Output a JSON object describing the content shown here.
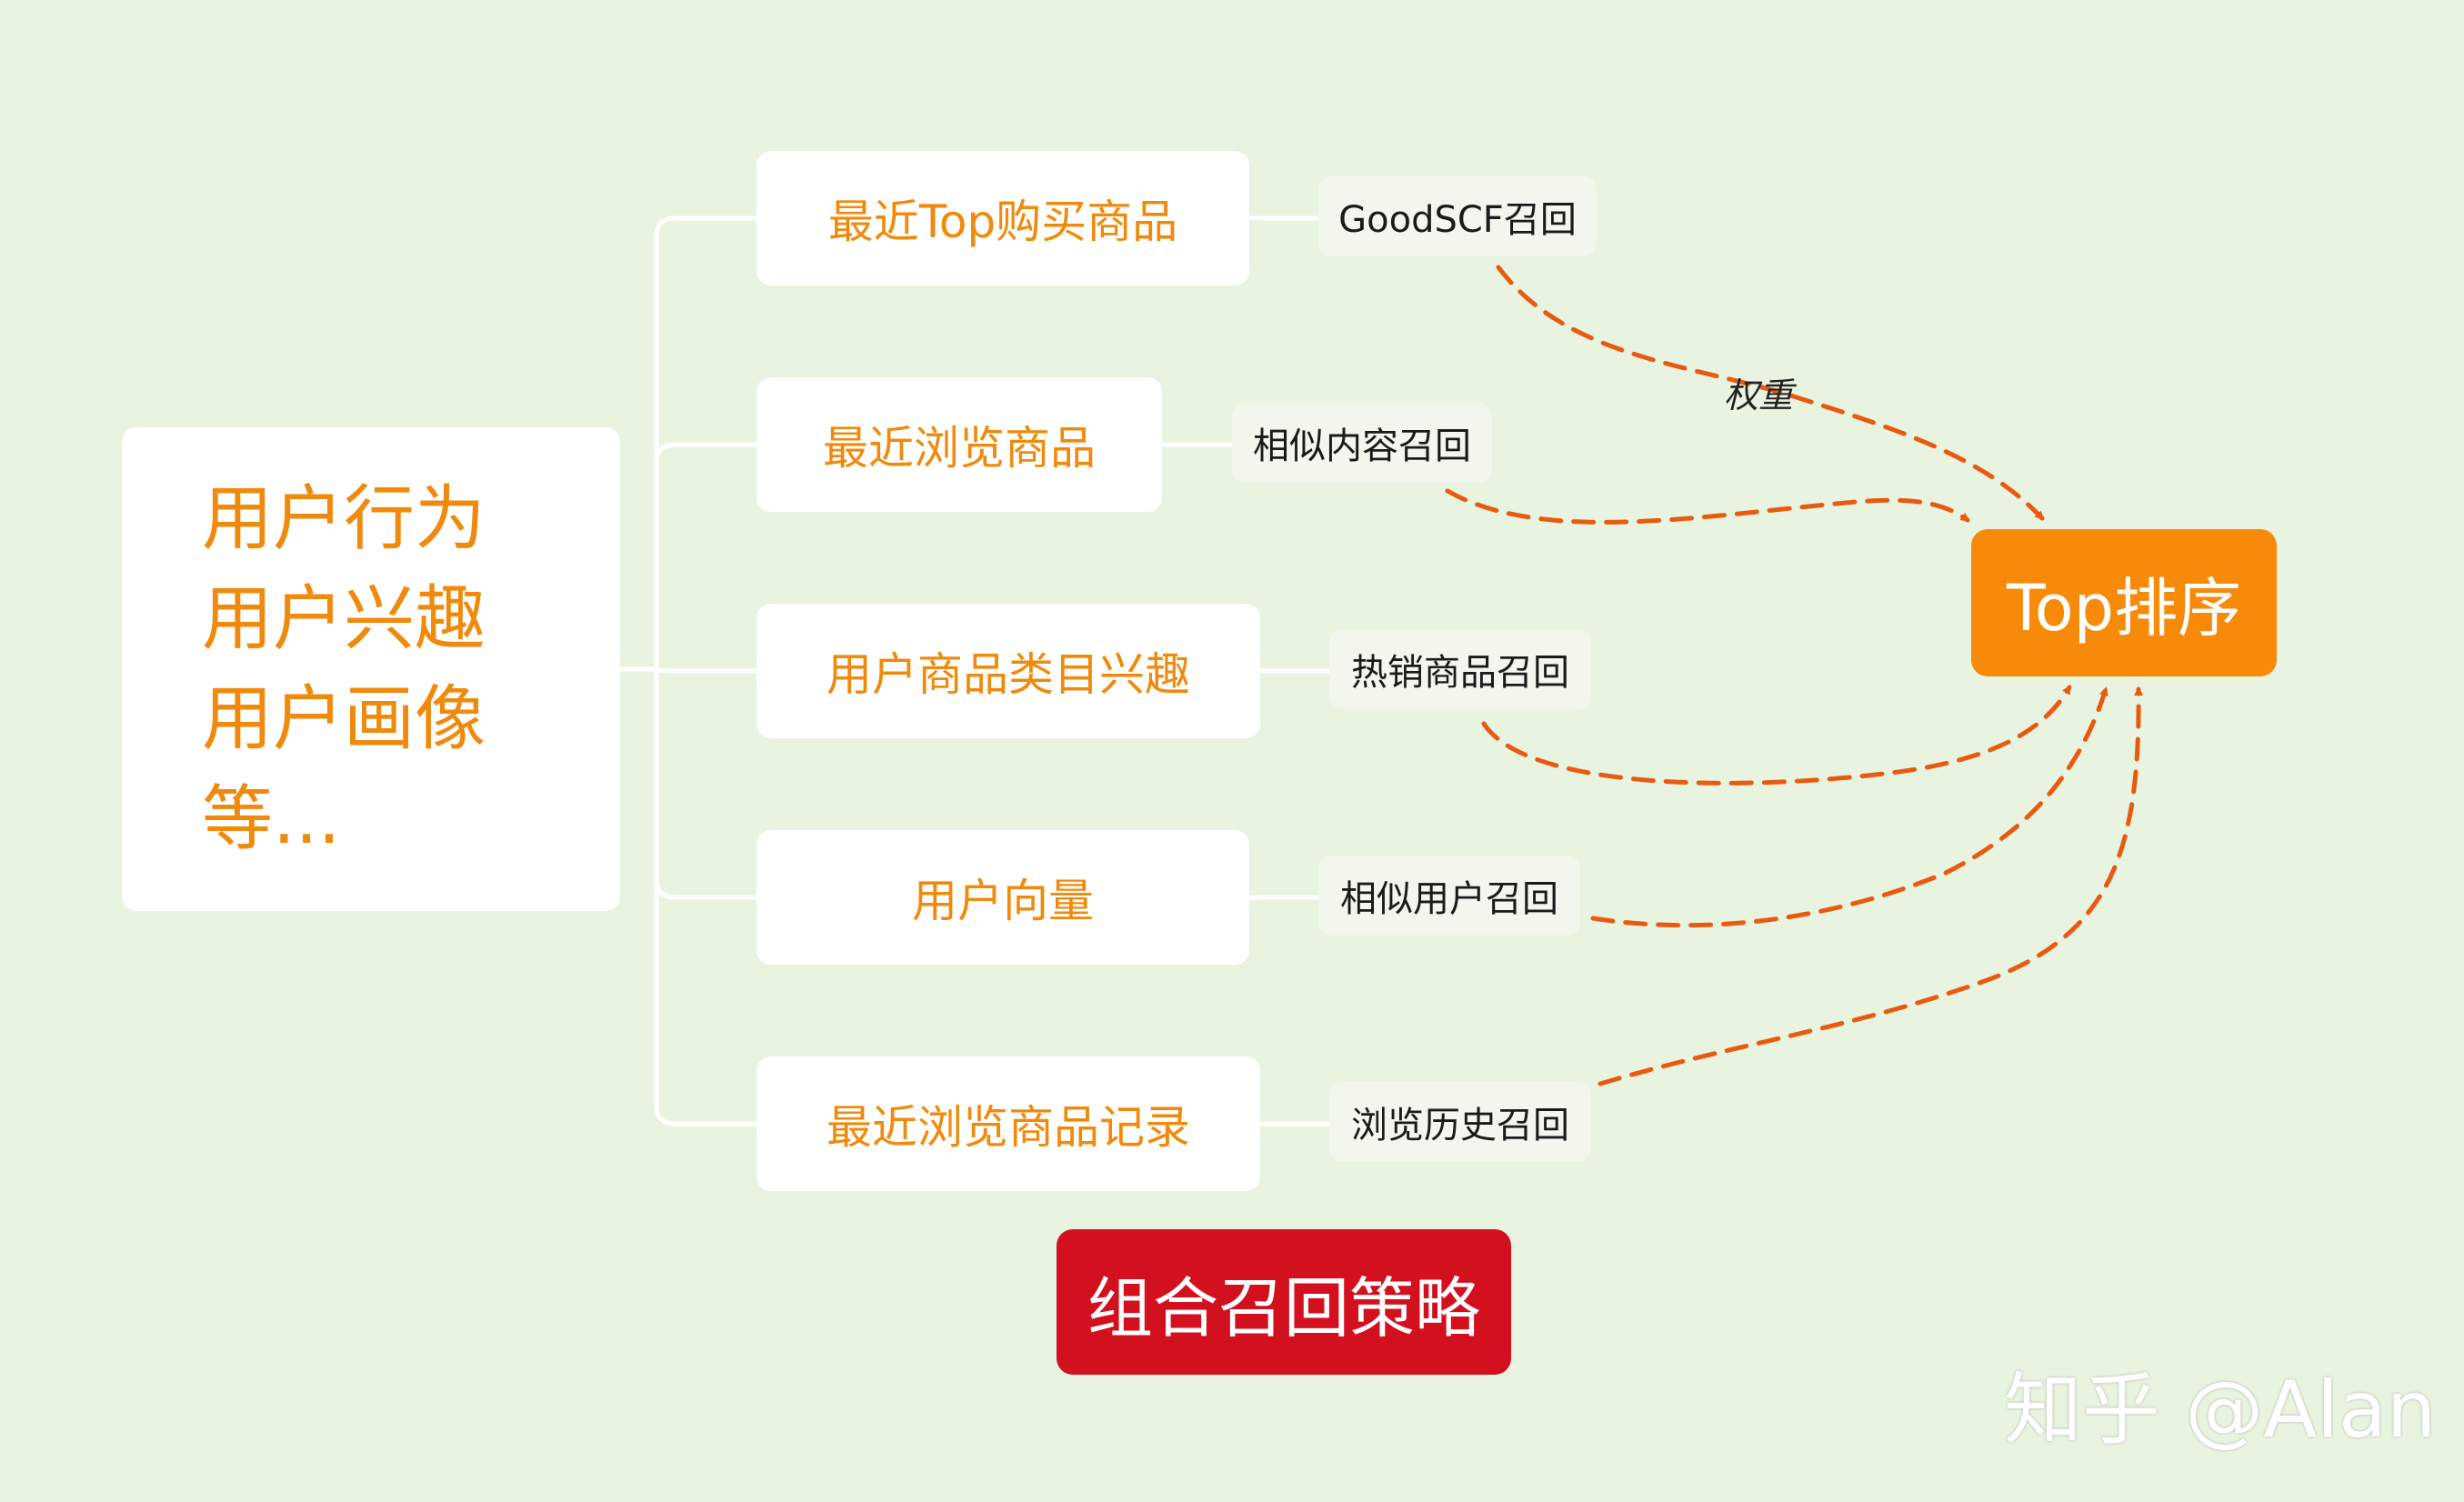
{
  "root": {
    "lines": [
      "用户行为",
      "用户兴趣",
      "用户画像",
      "等..."
    ]
  },
  "branches": [
    {
      "label": "最近Top购买商品",
      "recall": "GoodSCF召回"
    },
    {
      "label": "最近浏览商品",
      "recall": "相似内容召回"
    },
    {
      "label": "用户商品类目兴趣",
      "recall": "热销商品召回"
    },
    {
      "label": "用户向量",
      "recall": "相似用户召回"
    },
    {
      "label": "最近浏览商品记录",
      "recall": "浏览历史召回"
    }
  ],
  "target": {
    "label": "Top排序"
  },
  "edge_label": "权重",
  "strategy_label": "组合召回策略",
  "watermark": "知乎 @Alan",
  "colors": {
    "background": "#e8f3e0",
    "accent_text": "#f08a0c",
    "target_fill": "#f88a0a",
    "strategy_fill": "#d2101e",
    "arrow": "#e85a10",
    "connector": "#ffffff"
  }
}
